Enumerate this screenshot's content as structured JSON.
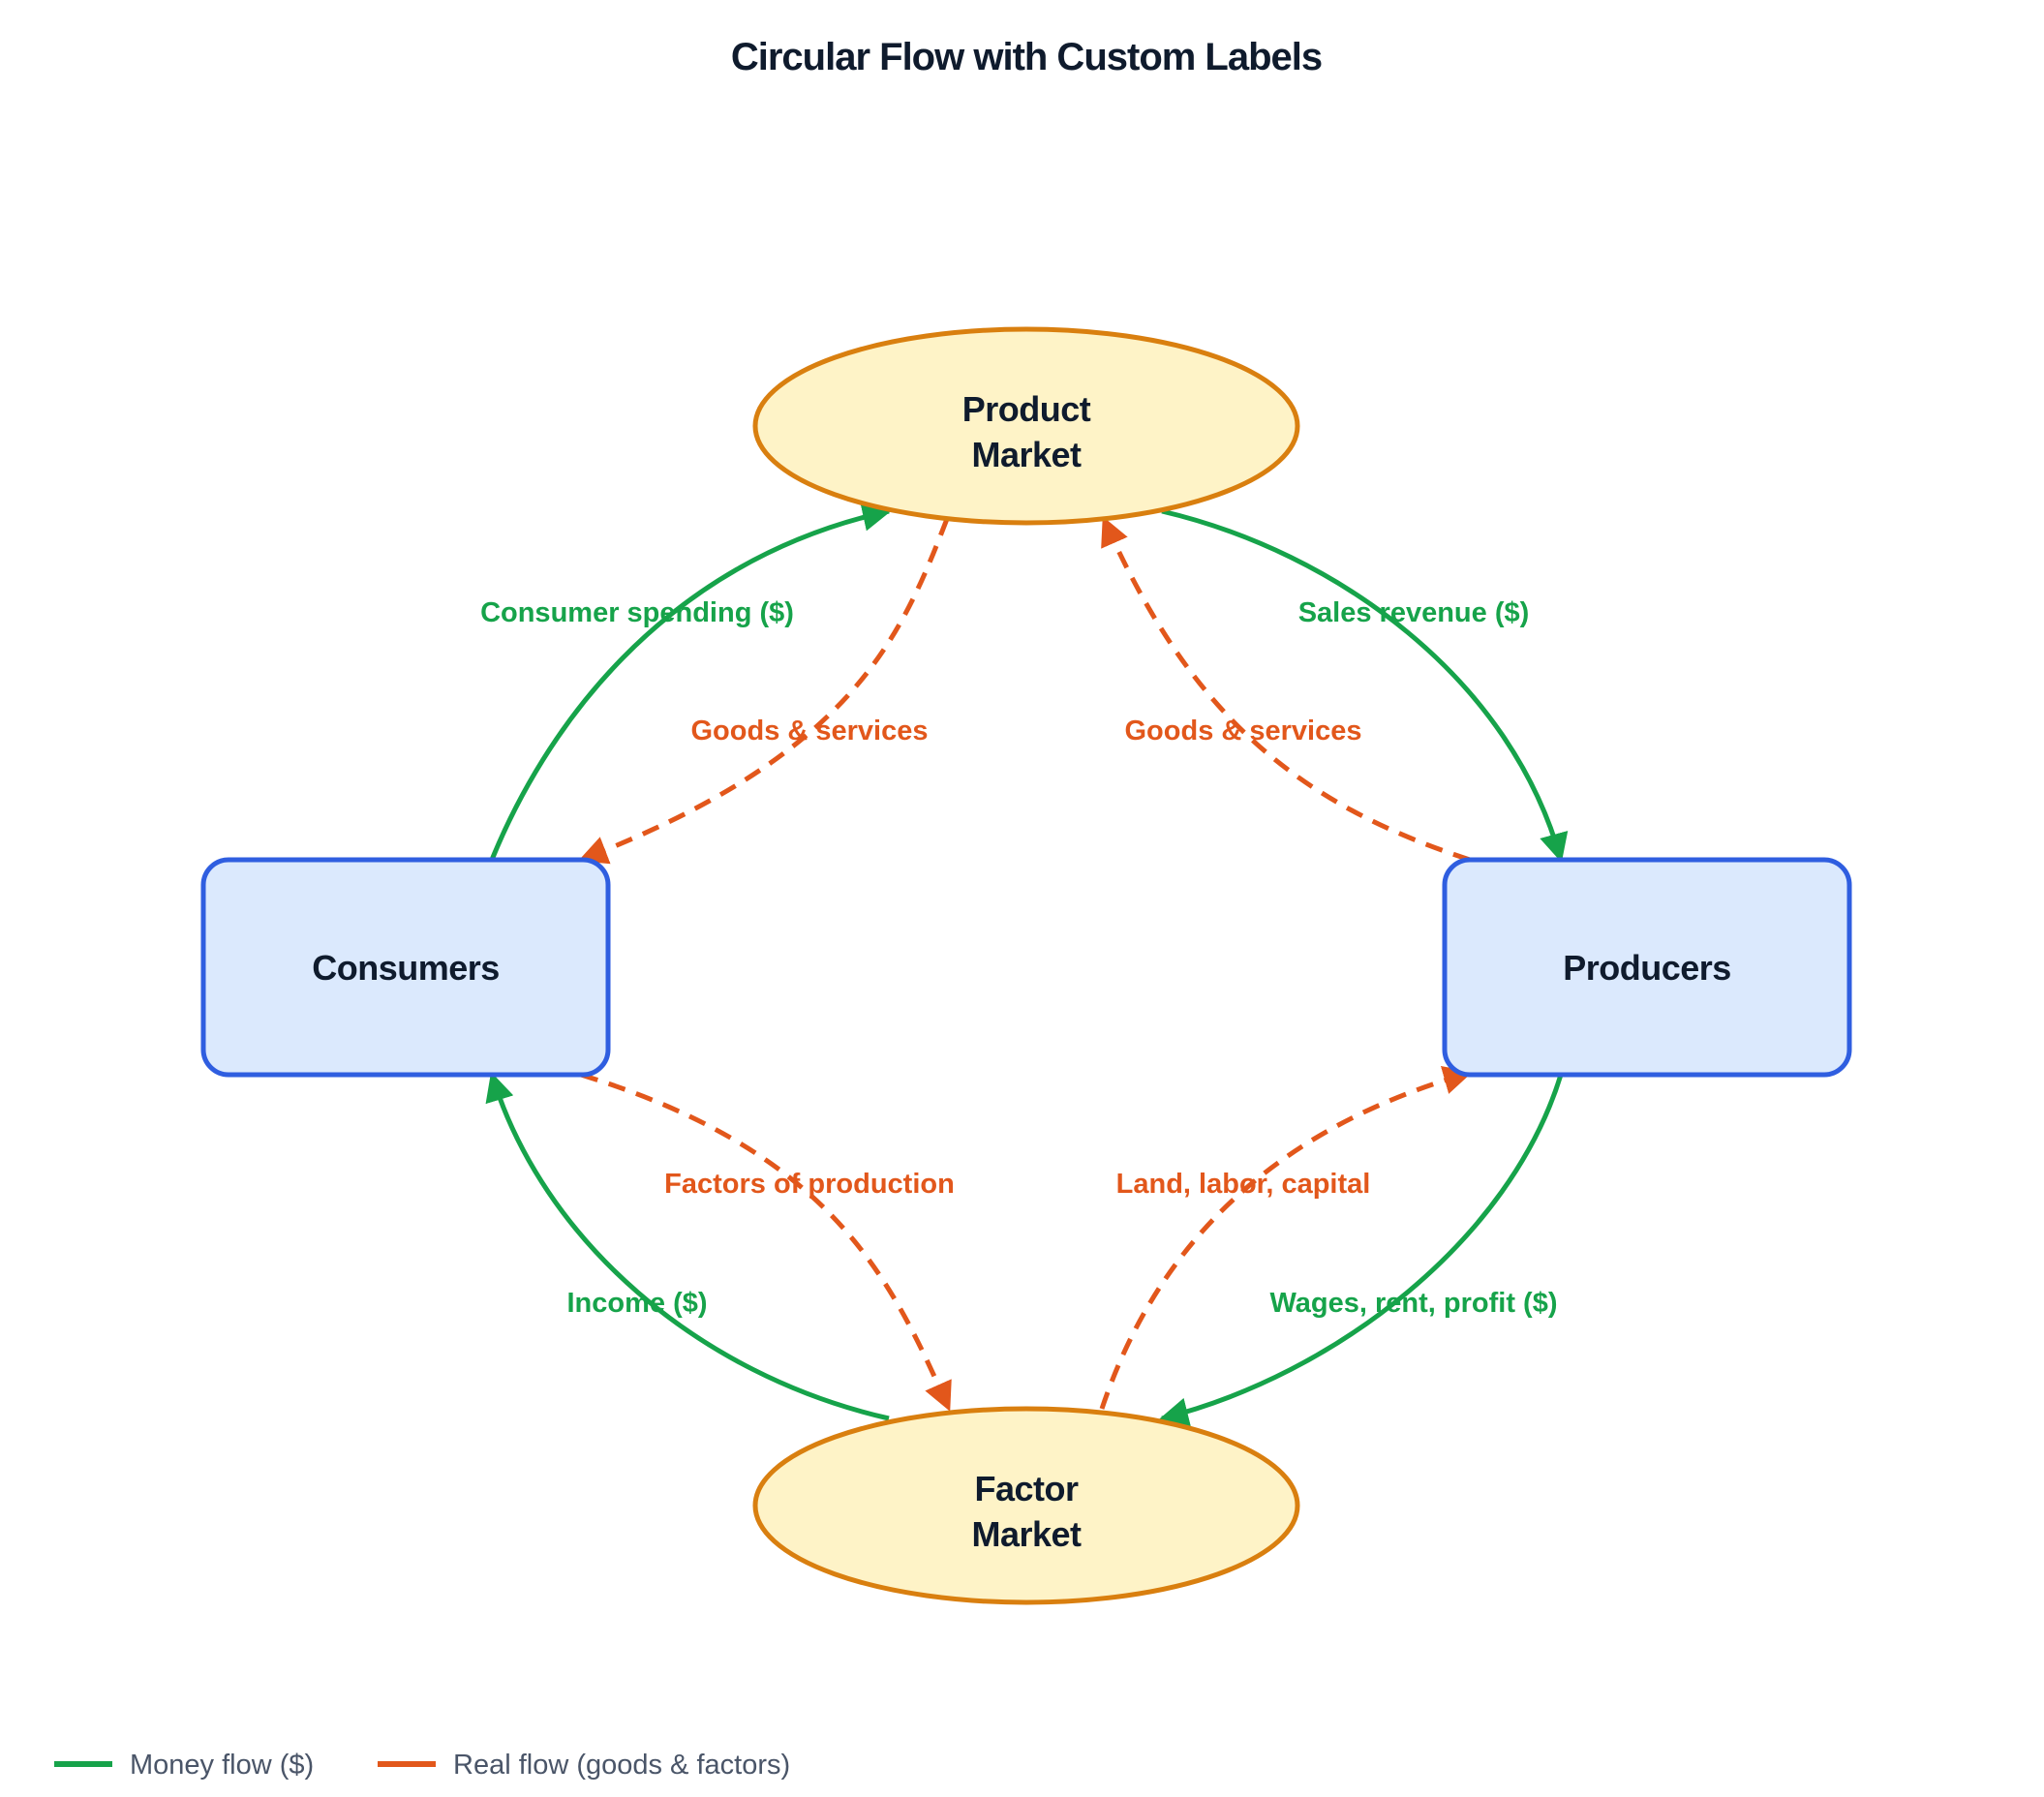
{
  "title": "Circular Flow with Custom Labels",
  "colors": {
    "money": "#16a34a",
    "real": "#e2571b",
    "box_fill": "#dbe9fd",
    "box_stroke": "#2f5ee0",
    "market_fill": "#fef3c7",
    "market_stroke": "#d97f0f",
    "text": "#0f1b2d"
  },
  "nodes": {
    "product_market": {
      "line1": "Product",
      "line2": "Market"
    },
    "factor_market": {
      "line1": "Factor",
      "line2": "Market"
    },
    "consumers": {
      "label": "Consumers"
    },
    "producers": {
      "label": "Producers"
    }
  },
  "edges": {
    "consumer_spending": {
      "label": "Consumer spending ($)",
      "flow": "money"
    },
    "goods_to_consumers": {
      "label": "Goods & services",
      "flow": "real"
    },
    "sales_revenue": {
      "label": "Sales revenue ($)",
      "flow": "money"
    },
    "goods_from_producers": {
      "label": "Goods & services",
      "flow": "real"
    },
    "factors_of_production": {
      "label": "Factors of production",
      "flow": "real"
    },
    "income": {
      "label": "Income ($)",
      "flow": "money"
    },
    "land_labor_capital": {
      "label": "Land, labor, capital",
      "flow": "real"
    },
    "wages_rent_profit": {
      "label": "Wages, rent, profit ($)",
      "flow": "money"
    }
  },
  "legend": [
    {
      "label": "Money flow ($)",
      "flow": "money"
    },
    {
      "label": "Real flow (goods & factors)",
      "flow": "real"
    }
  ]
}
